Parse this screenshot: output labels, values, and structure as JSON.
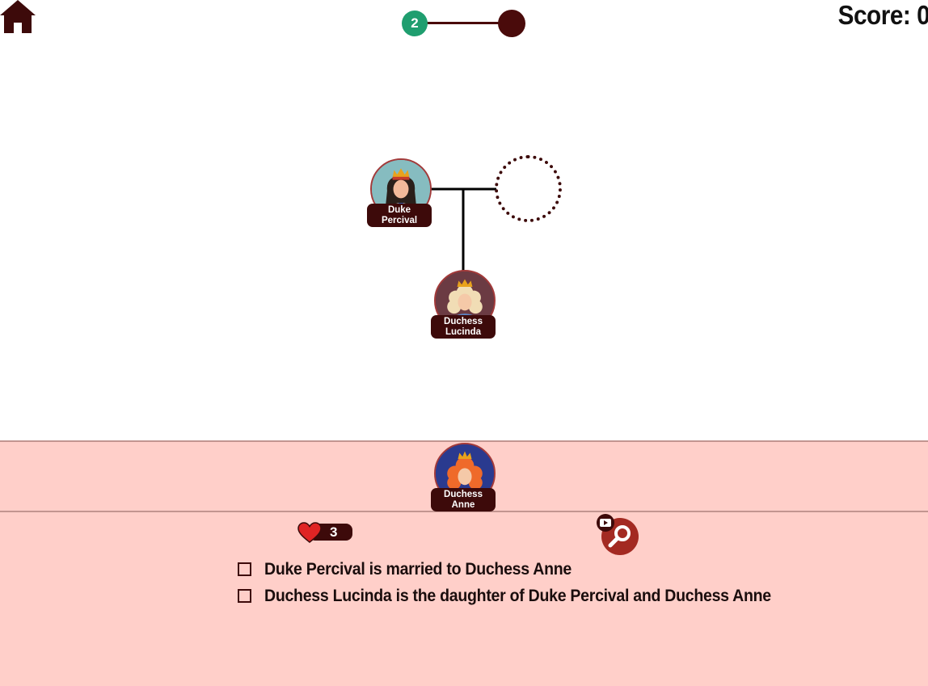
{
  "header": {
    "home_icon": "home-icon",
    "progress": {
      "current_step": "2"
    },
    "score_label": "Score: 0"
  },
  "colors": {
    "dark_maroon": "#3d0a0a",
    "progress_green": "#1f9e6f",
    "panel_pink": "#ffcfc9",
    "heart_red": "#e02424"
  },
  "tree": {
    "people": [
      {
        "id": "duke-percival",
        "name_line1": "Duke",
        "name_line2": "Percival"
      },
      {
        "id": "duchess-lucinda",
        "name_line1": "Duchess",
        "name_line2": "Lucinda"
      }
    ],
    "empty_slot_icon": "empty-slot-circle"
  },
  "tray": {
    "pieces": [
      {
        "id": "duchess-anne",
        "name_line1": "Duchess",
        "name_line2": "Anne"
      }
    ]
  },
  "status": {
    "lives": "3",
    "lives_icon": "heart-icon",
    "hint_icon": "magnifier-icon",
    "video_badge_icon": "video-play-icon"
  },
  "clues": [
    {
      "text": "Duke Percival is married to Duchess Anne",
      "checked": false
    },
    {
      "text": "Duchess Lucinda is the daughter of Duke Percival and Duchess Anne",
      "checked": false
    }
  ]
}
